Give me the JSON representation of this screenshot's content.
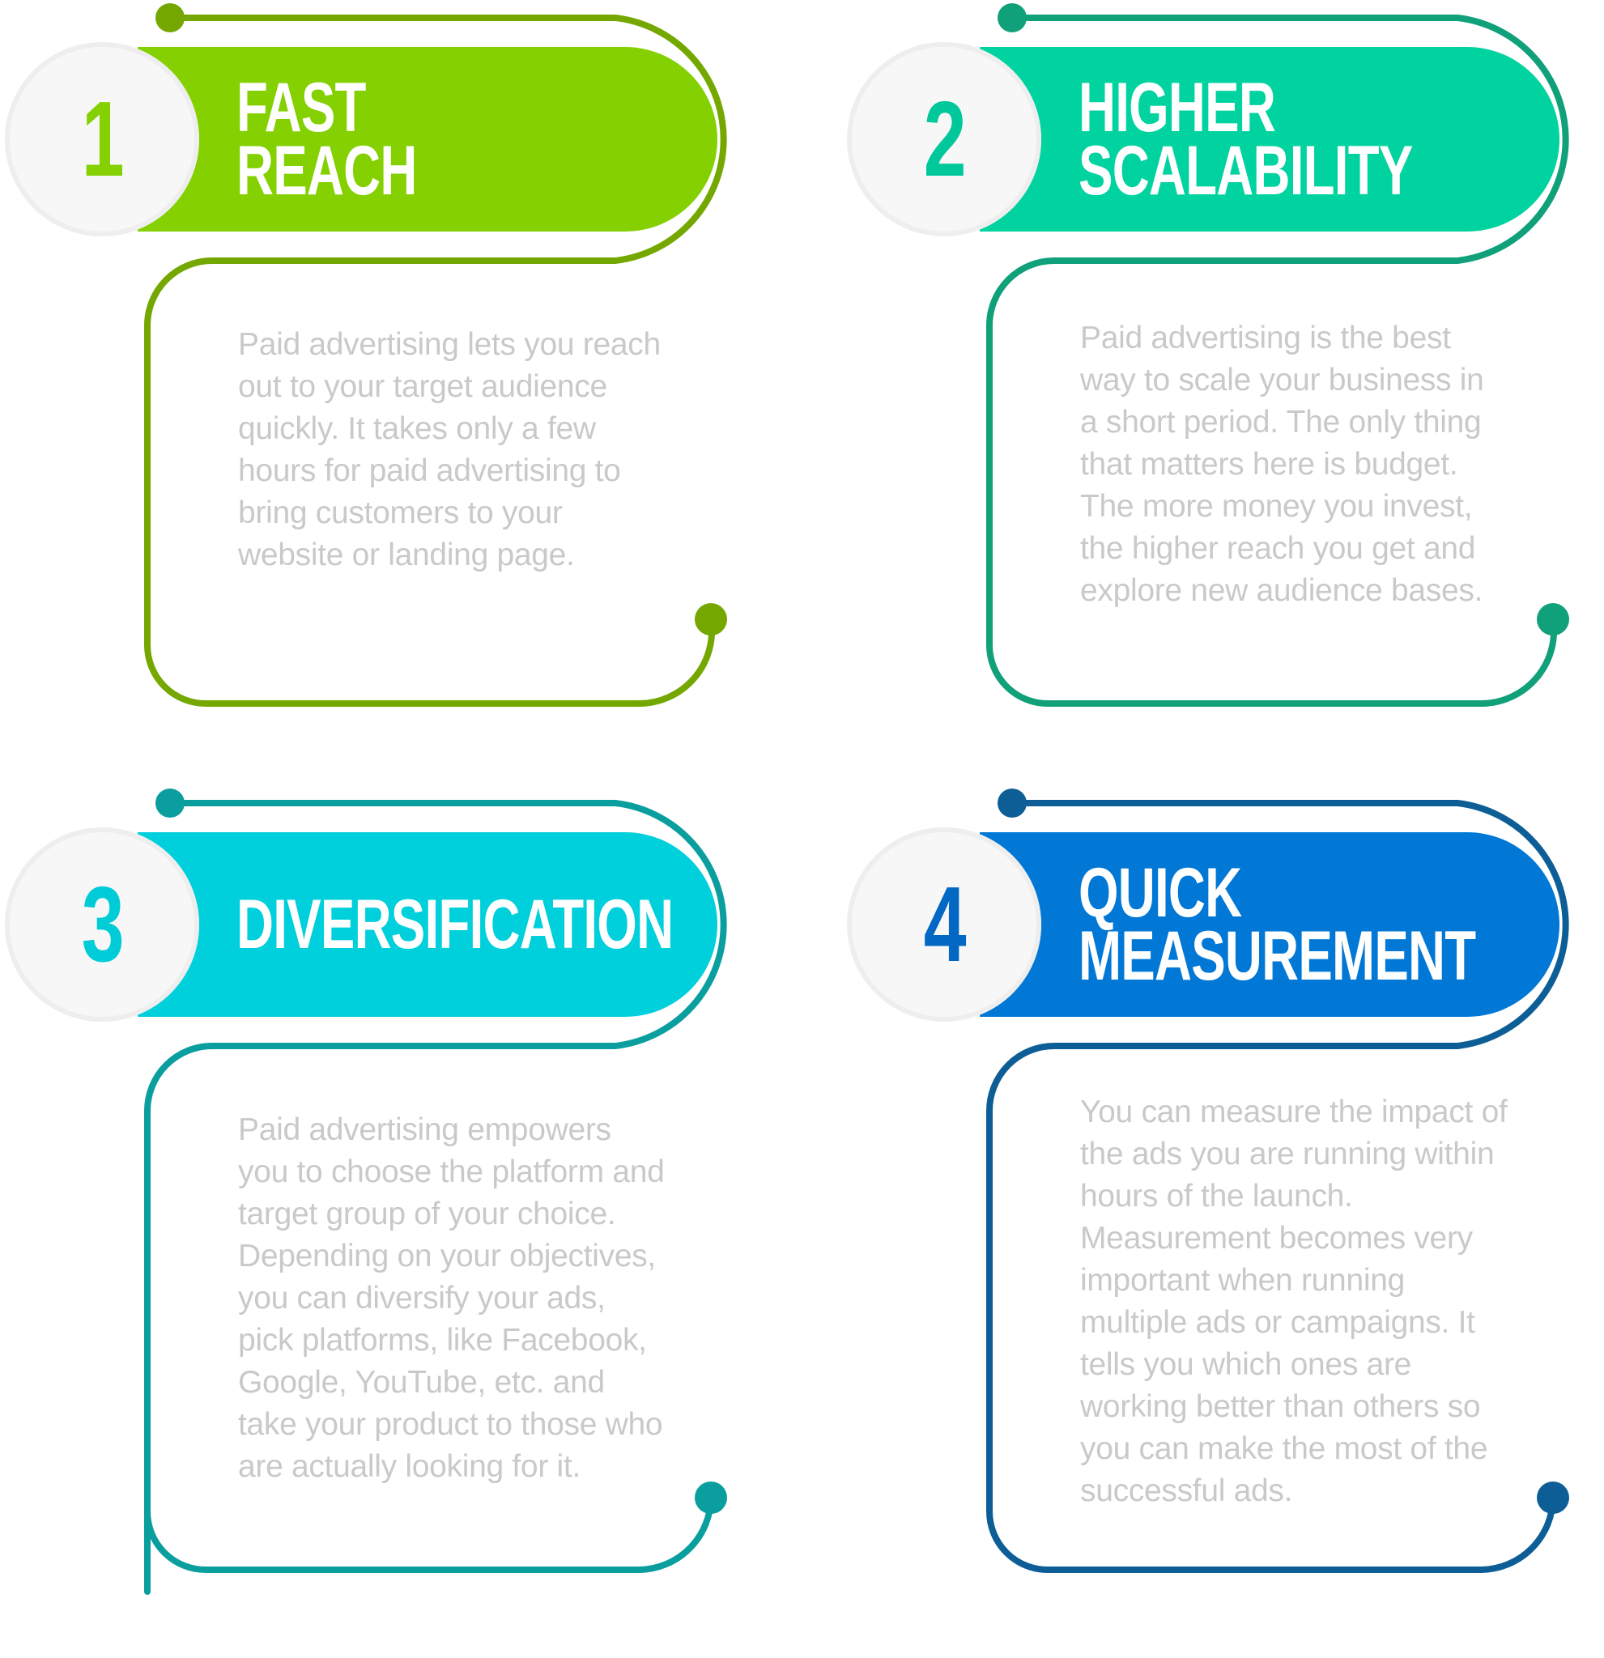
{
  "cards": [
    {
      "number": "1",
      "title_lines": [
        "FAST",
        "REACH"
      ],
      "description": "Paid advertising lets you reach out to your target audience quickly. It takes only a few hours for paid advertising to bring customers to your website or landing page.",
      "pill_color": "#84D000",
      "line_color": "#74A800",
      "number_color": "#84D000"
    },
    {
      "number": "2",
      "title_lines": [
        "HIGHER",
        "SCALABILITY"
      ],
      "description": "Paid advertising is the best way to scale your business in a short period. The only thing that matters here is budget. The more money you invest, the higher reach you get and explore new audience bases.",
      "pill_color": "#00D3A0",
      "line_color": "#10A07A",
      "number_color": "#00C89A"
    },
    {
      "number": "3",
      "title_lines": [
        "DIVERSIFICATION"
      ],
      "description": "Paid advertising empowers you to choose the platform and target group of your choice. Depending on your objectives, you can diversify your ads, pick platforms, like Facebook, Google, YouTube, etc. and take your product to those who are actually looking for it.",
      "pill_color": "#00CFDC",
      "line_color": "#0A9E9E",
      "number_color": "#00CCD8"
    },
    {
      "number": "4",
      "title_lines": [
        "QUICK",
        "MEASUREMENT"
      ],
      "description": "You can measure the impact of the ads you are running within hours of the launch. Measurement becomes very important when running multiple ads or campaigns. It tells you which ones are working better than others so you can make the most of the successful ads.",
      "pill_color": "#0178D6",
      "line_color": "#0D5E97",
      "number_color": "#0268C4"
    }
  ]
}
